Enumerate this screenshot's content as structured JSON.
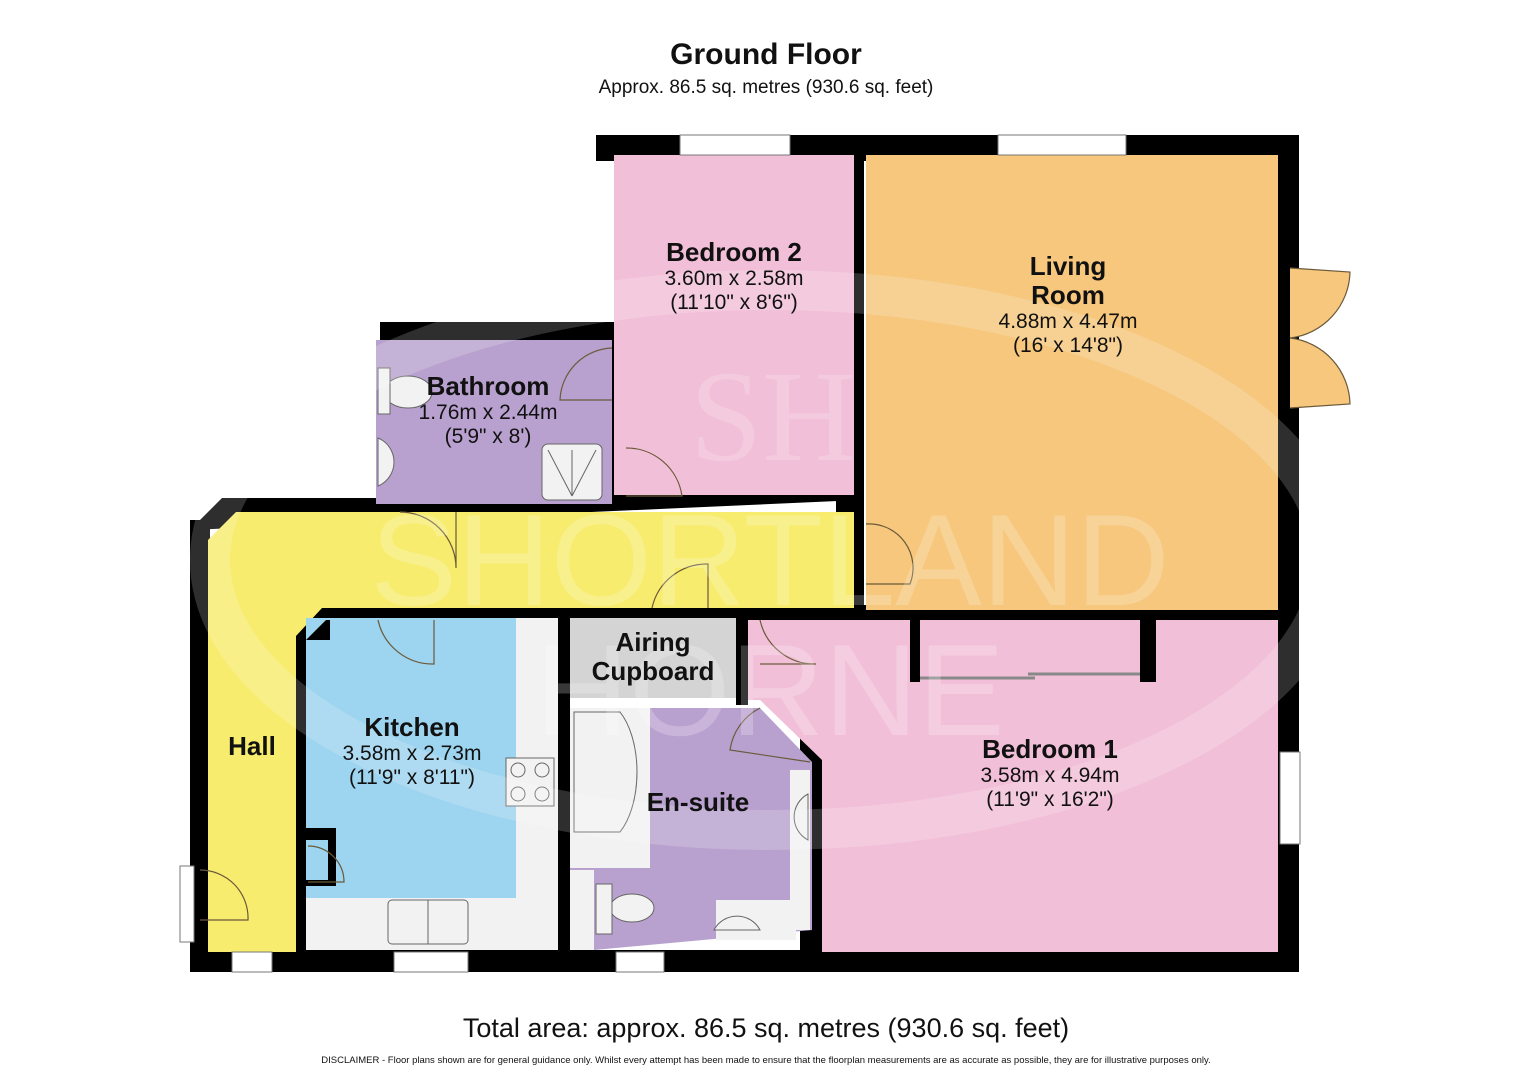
{
  "header": {
    "title": "Ground Floor",
    "subtitle": "Approx. 86.5 sq. metres (930.6 sq. feet)"
  },
  "footer": {
    "total_area": "Total area: approx. 86.5 sq. metres (930.6 sq. feet)",
    "disclaimer": "DISCLAIMER -  Floor plans shown are for general guidance only. Whilst every attempt has been made to ensure that the floorplan measurements are as accurate as possible, they are for illustrative purposes only."
  },
  "watermark": {
    "line1": "SHORTLAND",
    "line2": "HORNE",
    "monogram": "SH"
  },
  "colors": {
    "wall": "#000000",
    "hall": "#f7ec6e",
    "living_room": "#f6c77c",
    "bedroom": "#f2bfd8",
    "bathroom": "#b9a1cf",
    "kitchen": "#9dd4ef",
    "airing_cupboard": "#d4d4d4",
    "fixtures": "#f2f2f2"
  },
  "rooms": {
    "bedroom2": {
      "name": "Bedroom 2",
      "metric": "3.60m x 2.58m",
      "imperial": "(11'10\" x 8'6\")"
    },
    "living_room": {
      "name_line1": "Living",
      "name_line2": "Room",
      "metric": "4.88m x 4.47m",
      "imperial": "(16' x 14'8\")"
    },
    "bathroom": {
      "name": "Bathroom",
      "metric": "1.76m x 2.44m",
      "imperial": "(5'9\" x 8')"
    },
    "airing_cupboard": {
      "name_line1": "Airing",
      "name_line2": "Cupboard"
    },
    "kitchen": {
      "name": "Kitchen",
      "metric": "3.58m x 2.73m",
      "imperial": "(11'9\" x 8'11\")"
    },
    "hall": {
      "name": "Hall"
    },
    "ensuite": {
      "name": "En-suite"
    },
    "bedroom1": {
      "name": "Bedroom 1",
      "metric": "3.58m x 4.94m",
      "imperial": "(11'9\" x 16'2\")"
    }
  }
}
